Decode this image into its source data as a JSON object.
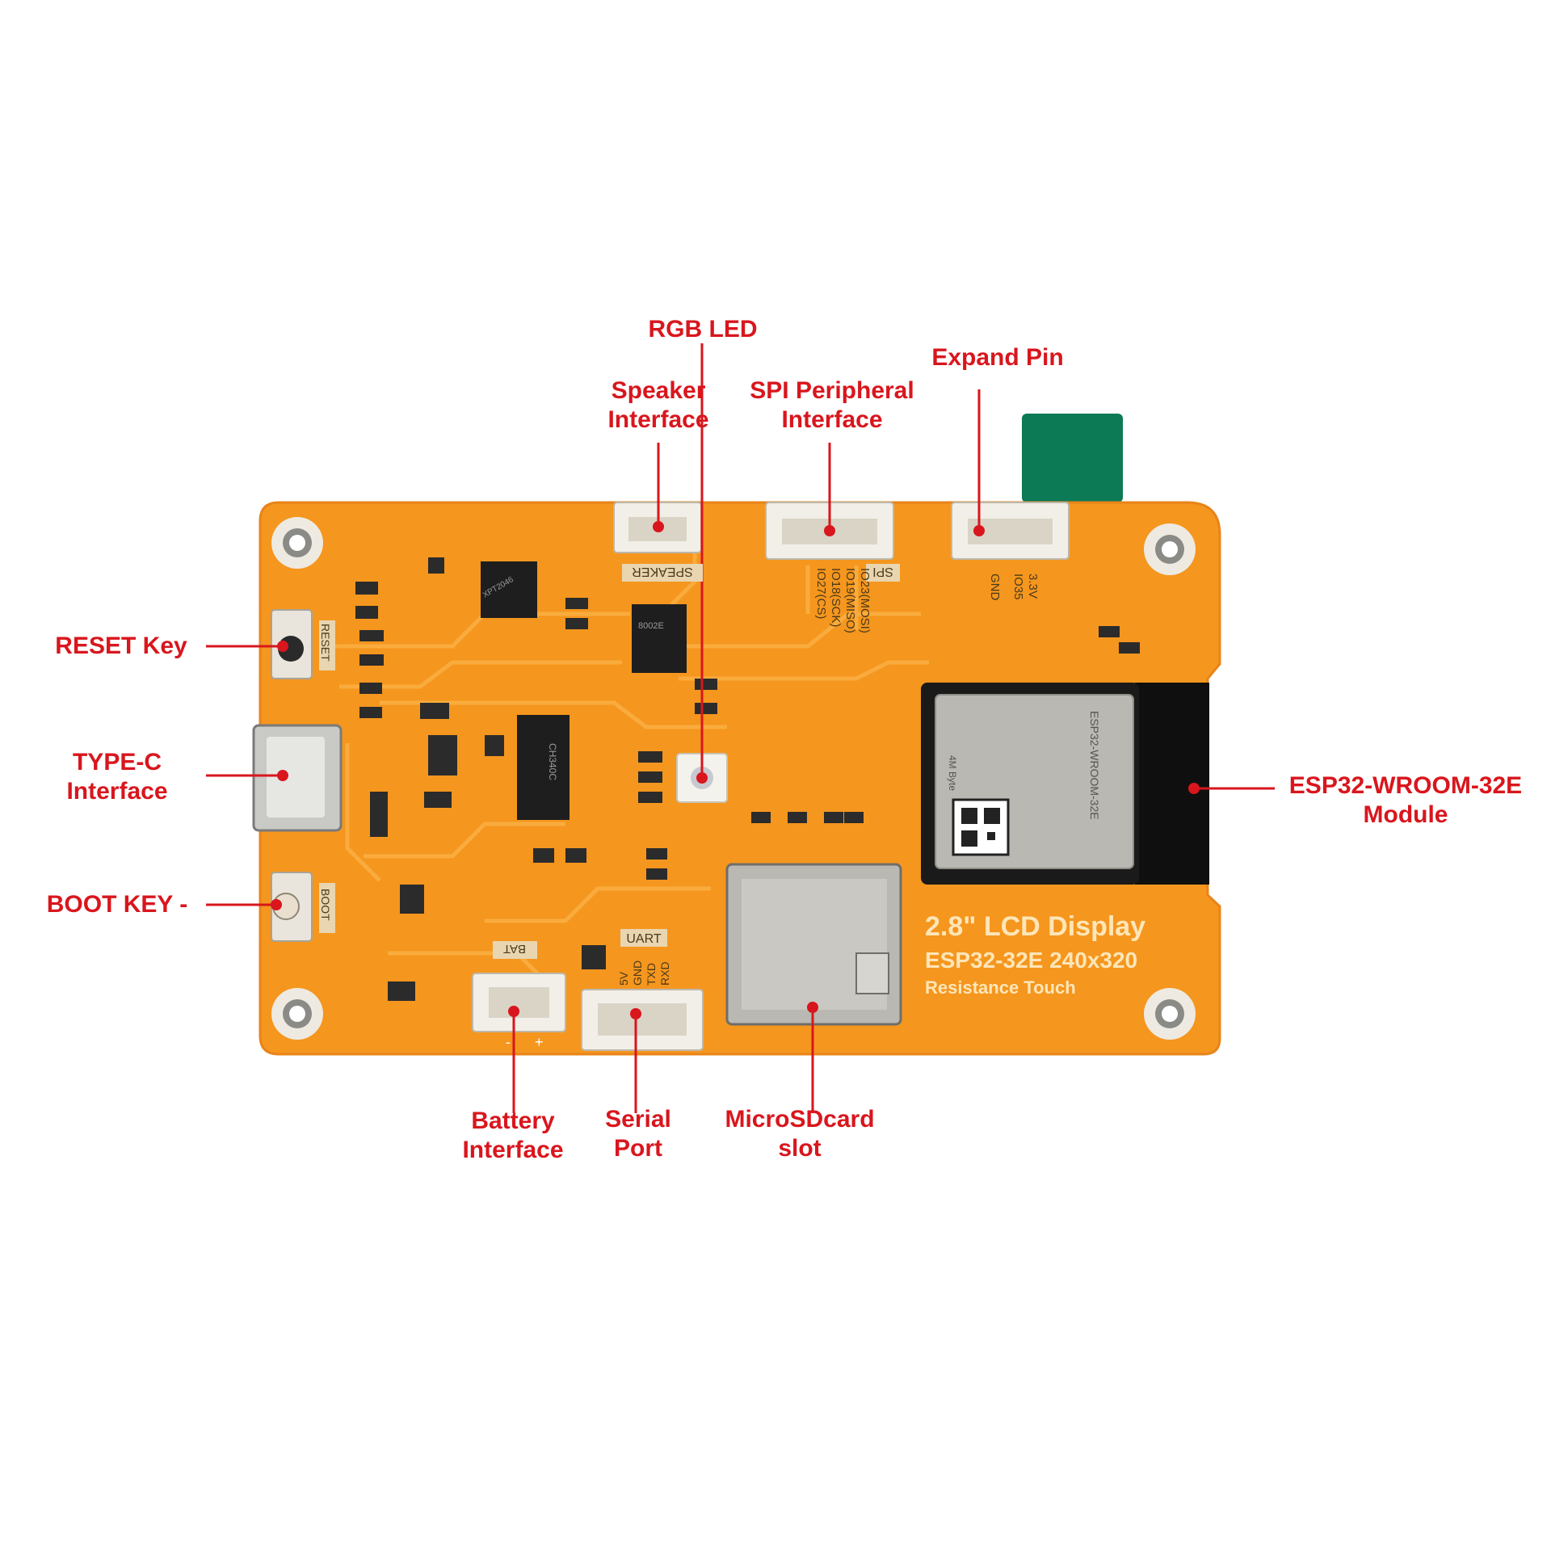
{
  "colors": {
    "callout": "#d9161d",
    "pcb": "#f5961e",
    "pcb_edge": "#e8841a",
    "module_shield": "#b9b8b2",
    "connector": "#f2efe8",
    "flex_cable": "#0b7a55"
  },
  "callouts": {
    "rgb_led": {
      "line1": "RGB LED"
    },
    "speaker": {
      "line1": "Speaker",
      "line2": "Interface"
    },
    "spi": {
      "line1": "SPI Peripheral",
      "line2": "Interface"
    },
    "expand": {
      "line1": "Expand  Pin"
    },
    "reset": {
      "line1": "RESET Key"
    },
    "typec": {
      "line1": "TYPE-C",
      "line2": "Interface"
    },
    "boot": {
      "line1": "BOOT KEY -"
    },
    "esp32": {
      "line1": "ESP32-WROOM-32E",
      "line2": "Module"
    },
    "battery": {
      "line1": "Battery",
      "line2": "Interface"
    },
    "serial": {
      "line1": "Serial",
      "line2": "Port"
    },
    "sdcard": {
      "line1": "MicroSDcard",
      "line2": "slot"
    }
  },
  "silkscreen": {
    "speaker": "SPEAKER",
    "spi": "SPI",
    "spi_pins": [
      "IO23(MOSI)",
      "IO19(MISO)",
      "IO18(SCK)",
      "IO27(CS)"
    ],
    "expand_pins": [
      "GND",
      "IO35",
      "3.3V"
    ],
    "reset": "RESET",
    "boot": "BOOT",
    "bat": "BAT",
    "uart": "UART",
    "uart_pins": [
      "RXD",
      "TXD",
      "GND",
      "5V"
    ],
    "display_title": "2.8\" LCD Display",
    "display_model": "ESP32-32E  240x320",
    "display_touch": "Resistance Touch",
    "chip_touch": "XPT2046",
    "chip_amp": "8002E",
    "chip_usb": "CH340C",
    "module_name": "ESP32-WROOM-32E",
    "module_flash": "4M Byte",
    "bat_polarity_minus": "-",
    "bat_polarity_plus": "+"
  }
}
